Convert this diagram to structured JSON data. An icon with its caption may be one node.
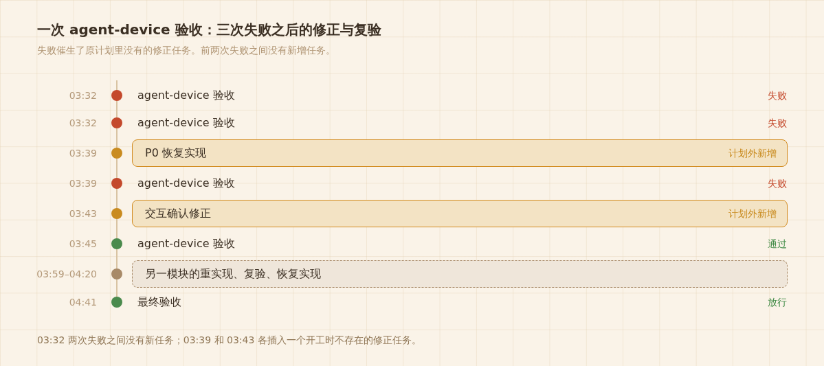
{
  "diagram": {
    "title": "一次 agent-device 验收：三次失败之后的修正与复验",
    "caption": "03:32 两次失败之间没有新任务；03:39 和 03:43 各插入一个开工时不存在的修正任务。",
    "nodes": [
      {
        "text": [
          "P0 恢复实现",
          "计划外新增"
        ],
        "beside": [
          "03:39"
        ]
      },
      {
        "text": [
          "交互确认修正",
          "计划外新增"
        ],
        "beside": [
          "03:43"
        ]
      },
      {
        "text": [
          "另一模块的重实现、复验、恢复实现"
        ],
        "beside": [
          "03:59–04:20"
        ]
      }
    ],
    "labels": [
      "失败催生了原计划里没有的修正任务。前两次失败之间没有新增任务。",
      "03:32",
      "agent-device 验收",
      "失败",
      "03:32",
      "agent-device 验收",
      "失败",
      "03:39",
      "agent-device 验收",
      "失败",
      "03:45",
      "agent-device 验收",
      "通过",
      "04:41",
      "最终验收",
      "放行"
    ]
  }
}
